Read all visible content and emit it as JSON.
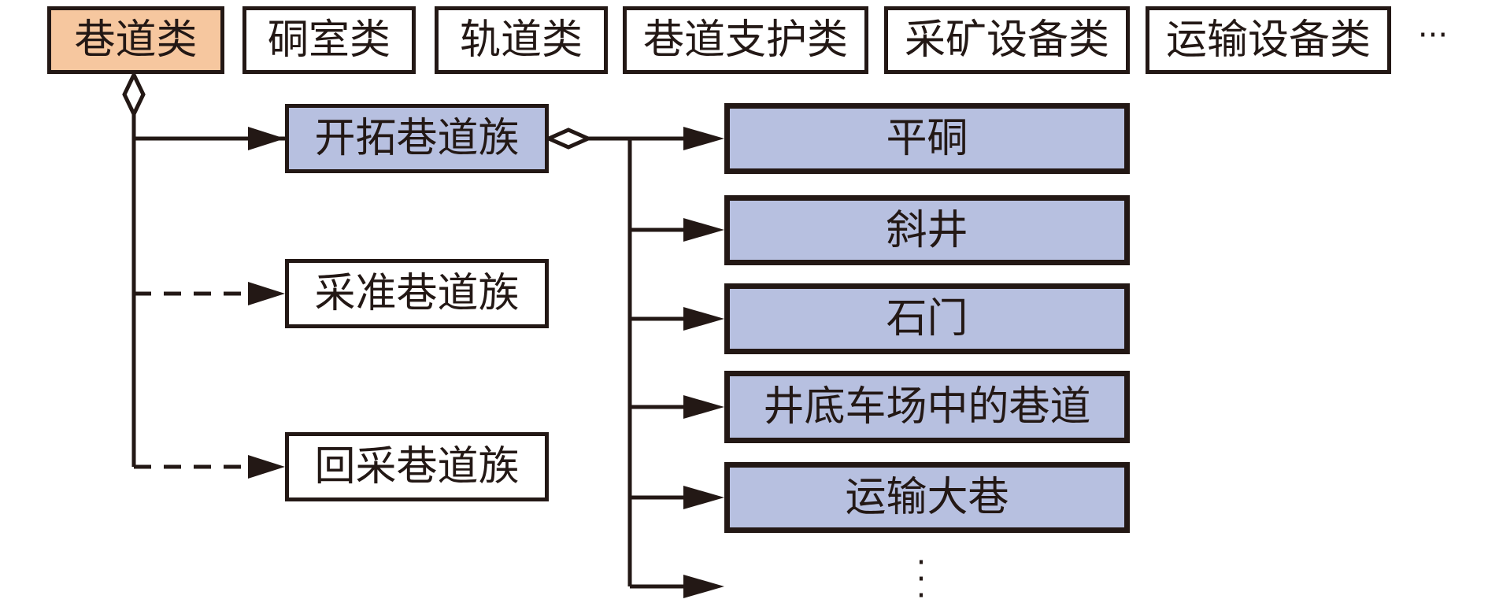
{
  "categories": {
    "active": "巷道类",
    "items": [
      "硐室类",
      "轨道类",
      "巷道支护类",
      "采矿设备类",
      "运输设备类"
    ],
    "more": "···"
  },
  "families": {
    "development": "开拓巷道族",
    "preparation": "采准巷道族",
    "stoping": "回采巷道族"
  },
  "development_members": [
    "平硐",
    "斜井",
    "石门",
    "井底车场中的巷道",
    "运输大巷"
  ],
  "more_members": [
    "·",
    "·",
    "·"
  ],
  "colors": {
    "line": "#231815",
    "active_category_fill": "#f6c79f",
    "development_fill": "#b7c0e0",
    "default_fill": "#ffffff"
  }
}
